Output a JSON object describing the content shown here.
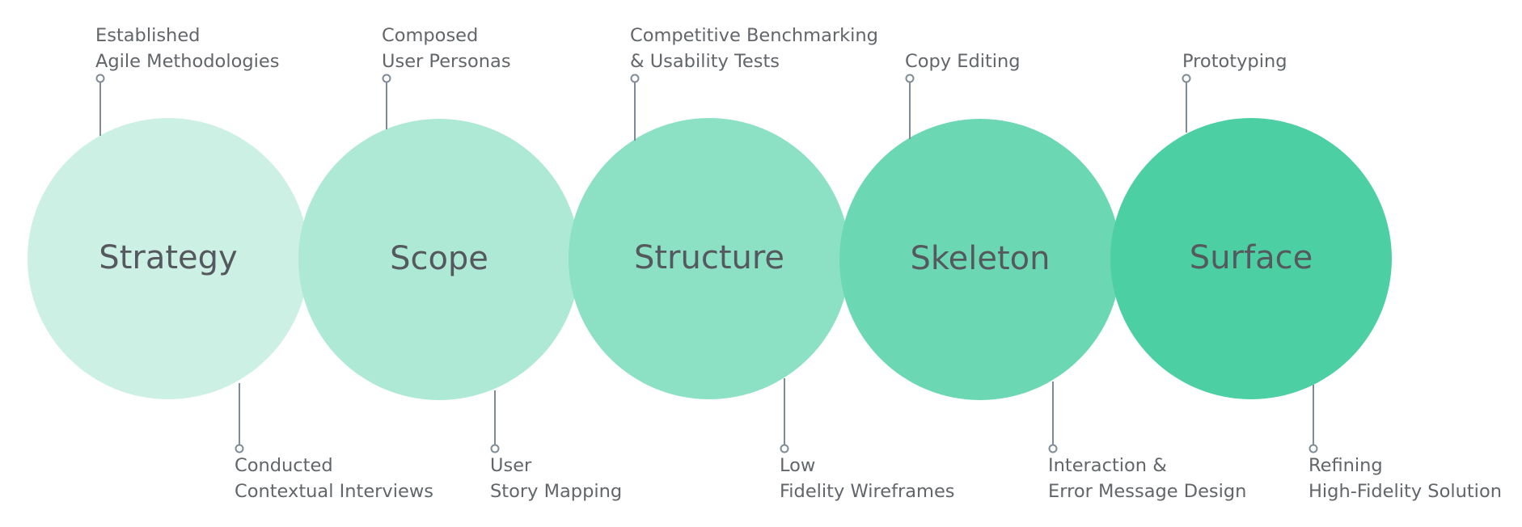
{
  "stages": [
    {
      "label": "Strategy",
      "color": "#ccf0e3"
    },
    {
      "label": "Scope",
      "color": "#ade9d5"
    },
    {
      "label": "Structure",
      "color": "#8ce0c3"
    },
    {
      "label": "Skeleton",
      "color": "#6cd8b3"
    },
    {
      "label": "Surface",
      "color": "#4ccfa2"
    }
  ],
  "top_annotations": [
    {
      "lines": [
        "Established",
        "Agile Methodologies"
      ]
    },
    {
      "lines": [
        "Composed",
        "User Personas"
      ]
    },
    {
      "lines": [
        "Competitive Benchmarking",
        "& Usability Tests"
      ]
    },
    {
      "lines": [
        "Copy Editing"
      ]
    },
    {
      "lines": [
        "Prototyping"
      ]
    }
  ],
  "bottom_annotations": [
    {
      "lines": [
        "Conducted",
        "Contextual Interviews"
      ]
    },
    {
      "lines": [
        "User",
        "Story Mapping"
      ]
    },
    {
      "lines": [
        "Low",
        "Fidelity Wireframes"
      ]
    },
    {
      "lines": [
        "Interaction &",
        "Error Message Design"
      ]
    },
    {
      "lines": [
        "Refining",
        "High-Fidelity Solution"
      ]
    }
  ],
  "colors": {
    "connector": "#7f8c97",
    "text": "#62666a",
    "stage_text": "#55595d"
  }
}
